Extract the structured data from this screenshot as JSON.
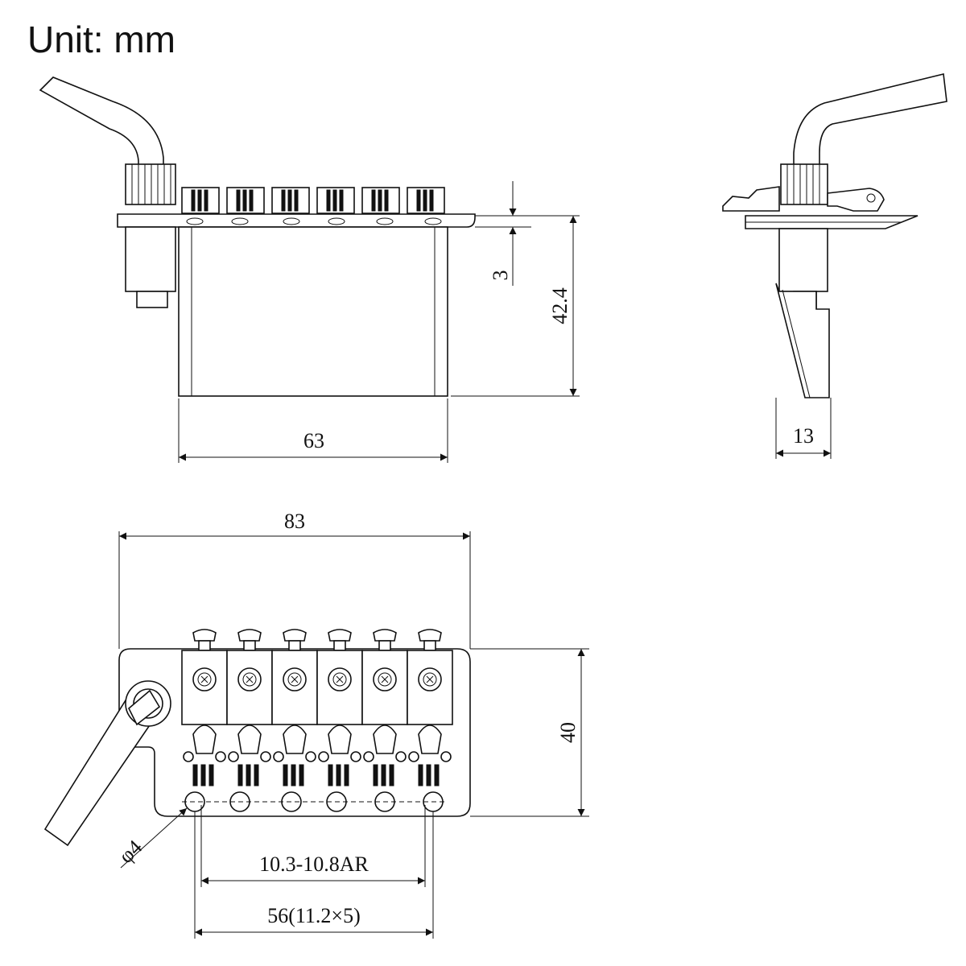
{
  "title": "Unit: mm",
  "dimensions": {
    "baseplate_thickness": "3",
    "total_height": "42.4",
    "block_width": "63",
    "side_depth": "13",
    "overall_length": "83",
    "plate_width": "40",
    "hole_diameter": "φ4",
    "radius_range": "10.3-10.8AR",
    "string_spacing": "56(11.2×5)"
  }
}
